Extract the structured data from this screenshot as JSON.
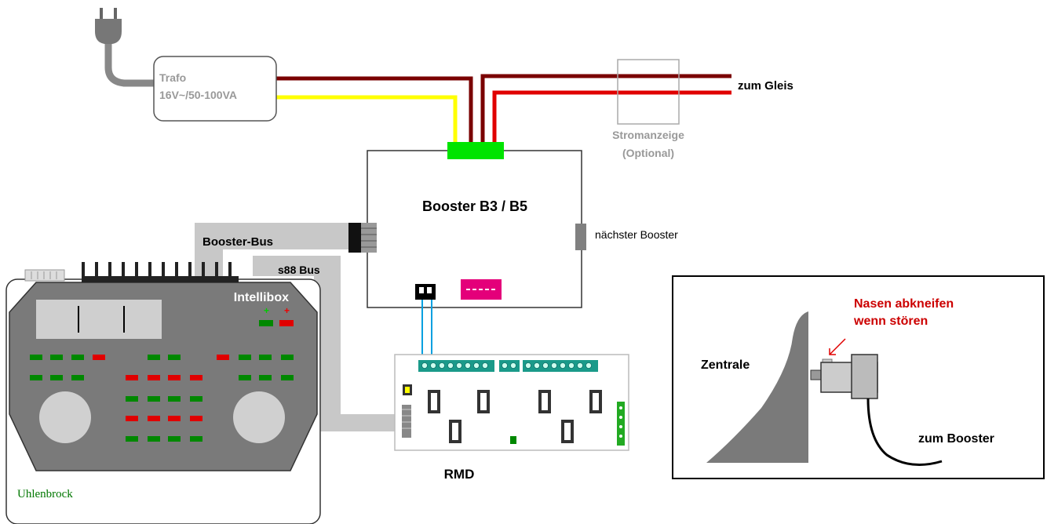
{
  "labels": {
    "trafo_line1": "Trafo",
    "trafo_line2": "16V~/50-100VA",
    "zum_gleis": "zum Gleis",
    "stromanzeige": "Stromanzeige",
    "optional": "(Optional)",
    "booster": "Booster B3 / B5",
    "naechster_booster": "nächster Booster",
    "booster_bus": "Booster-Bus",
    "s88_bus": "s88 Bus",
    "intellibox": "Intellibox",
    "uhlenbrock": "Uhlenbrock",
    "rmd": "RMD",
    "nasen_line1": "Nasen abkneifen",
    "nasen_line2": "wenn stören",
    "zentrale": "Zentrale",
    "zum_booster": "zum Booster"
  },
  "colors": {
    "wire_dark_red": "#7a0000",
    "wire_red": "#e00000",
    "wire_yellow": "#ffff00",
    "connector_green": "#00e400",
    "dip_magenta": "#e4007a",
    "led_green": "#008800",
    "led_red": "#e00000",
    "device_gray": "#777777",
    "bus_gray": "#c8c8c8",
    "warning_text": "#cc0000",
    "logo_green": "#007700",
    "rmd_wire_blue": "#00a0e0",
    "rmd_terminal": "#1a9a8a"
  },
  "icons": {
    "plug": "power-plug-icon",
    "arrow": "arrow-icon"
  }
}
